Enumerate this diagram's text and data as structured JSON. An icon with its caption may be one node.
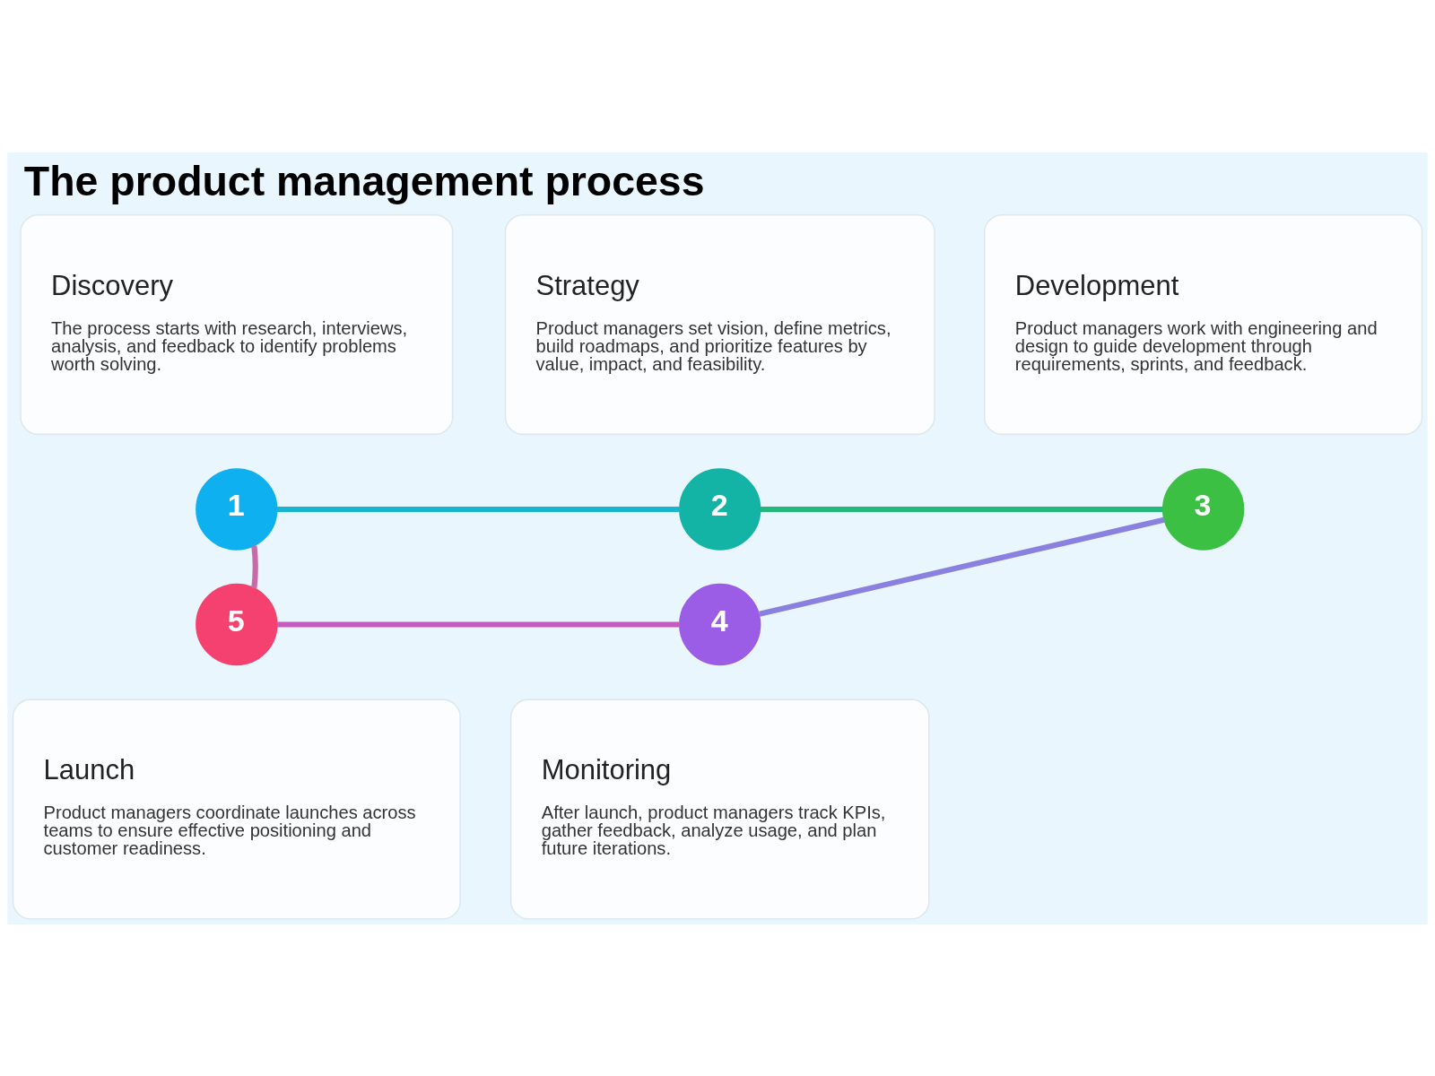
{
  "diagram": {
    "title": "The product management process",
    "nodes": [
      {
        "text": [
          "Discovery",
          "The process starts with research, interviews, analysis, and feedback to identify problems worth solving."
        ]
      },
      {
        "text": [
          "Strategy",
          "Product managers set vision, define metrics, build roadmaps, and prioritize features by value, impact, and feasibility."
        ]
      },
      {
        "text": [
          "Development",
          "Product managers work with engineering and design to guide development through requirements, sprints, and feedback."
        ]
      },
      {
        "text": [
          "1"
        ]
      },
      {
        "text": [
          "2"
        ]
      },
      {
        "text": [
          "3"
        ]
      },
      {
        "text": [
          "5"
        ]
      },
      {
        "text": [
          "4"
        ]
      },
      {
        "text": [
          "Launch",
          "Product managers coordinate launches across teams to ensure effective positioning and customer readiness."
        ]
      },
      {
        "text": [
          "Monitoring",
          "After launch, product managers track KPIs, gather feedback, analyze usage, and plan future iterations."
        ]
      }
    ],
    "edges": [
      {
        "from": 3,
        "to": 4,
        "arrow": "none",
        "color": "#17b6d0"
      },
      {
        "from": 4,
        "to": 5,
        "arrow": "none",
        "color": "#22b87a"
      },
      {
        "from": 5,
        "to": 7,
        "arrow": "none",
        "color": "#8a80e0"
      },
      {
        "from": 7,
        "to": 6,
        "arrow": "none",
        "color": "#c45cc0"
      },
      {
        "from": 6,
        "to": 3,
        "arrow": "none",
        "color": "#c86aa8"
      }
    ]
  }
}
